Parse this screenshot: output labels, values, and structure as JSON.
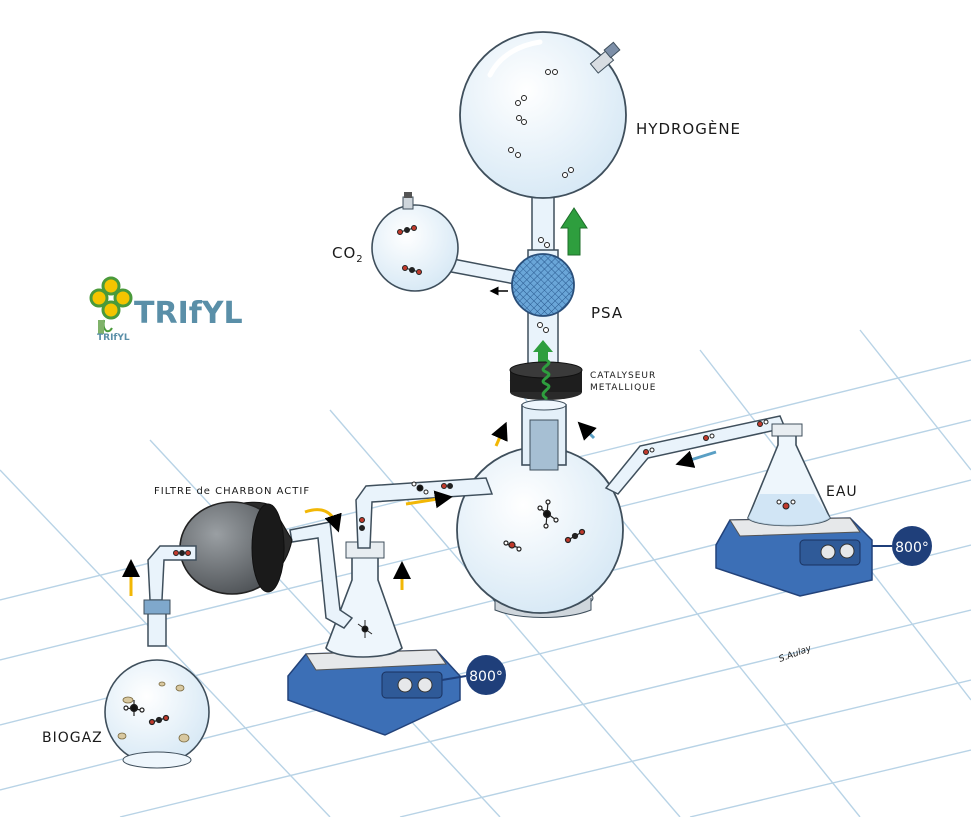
{
  "labels": {
    "hydrogen": "HYDROGÈNE",
    "co2_main": "CO",
    "co2_sub": "2",
    "psa": "PSA",
    "catalyst_line1": "CATALYSEUR",
    "catalyst_line2": "METALLIQUE",
    "filter": "FILTRE de CHARBON ACTIF",
    "water": "EAU",
    "biogas": "BIOGAZ",
    "temp_left": "800°",
    "temp_right": "800°",
    "signature": "S.Aulay"
  },
  "logo": {
    "wordmark": "TRIfYL",
    "small_text": "TRIfYL"
  },
  "colors": {
    "green_arrow": "#2e9e3e",
    "yellow_arrow": "#f2b705",
    "blue_arrow": "#5a9fc4",
    "hotplate_blue": "#3c6fb6",
    "badge_navy": "#1f3f7a",
    "logo_green": "#4a9a3a",
    "logo_yellow": "#f4c400",
    "logo_teal": "#5a8fa8"
  }
}
